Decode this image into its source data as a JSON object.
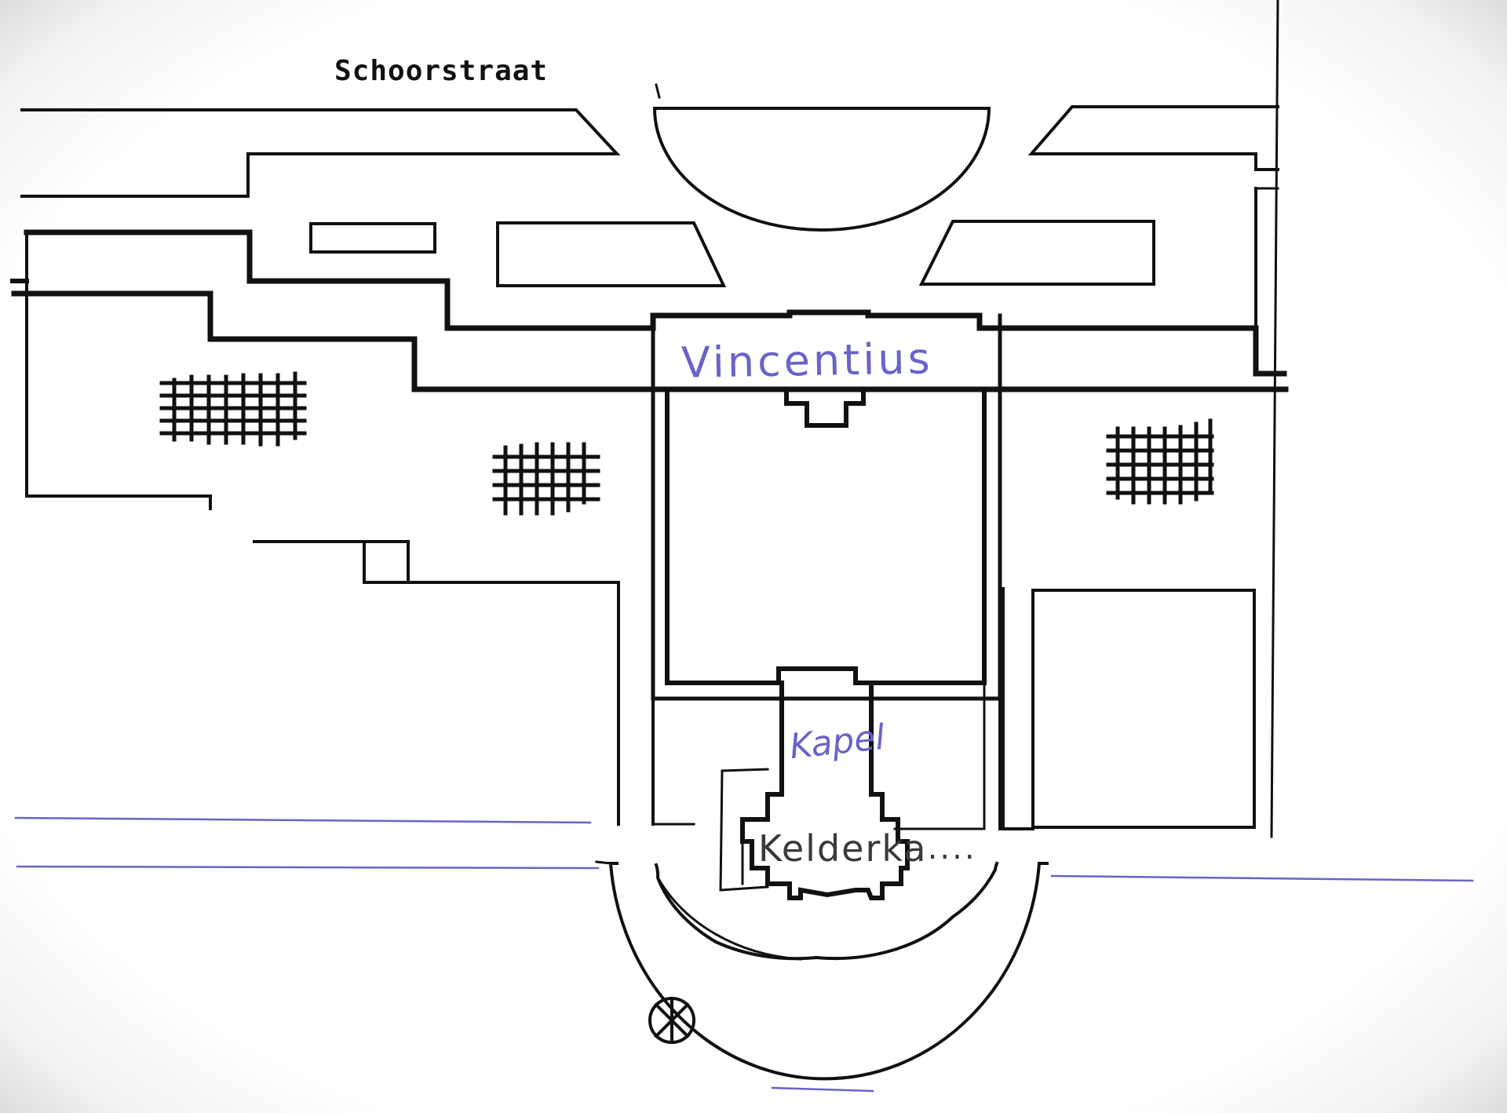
{
  "map": {
    "street_name": "Schoorstraat",
    "labels": {
      "building": "Vincentius",
      "chapel": "Kapel",
      "cellar": "Kelderka",
      "cellar_trailing": "....."
    },
    "colors": {
      "ink": "#111111",
      "handwriting_blue": "#6a63c8",
      "handwriting_grey": "#3a3a3a",
      "paper": "#ffffff"
    },
    "icons": {
      "tree": "circle-x-symbol",
      "hatched_area": "grid-hatch"
    }
  }
}
